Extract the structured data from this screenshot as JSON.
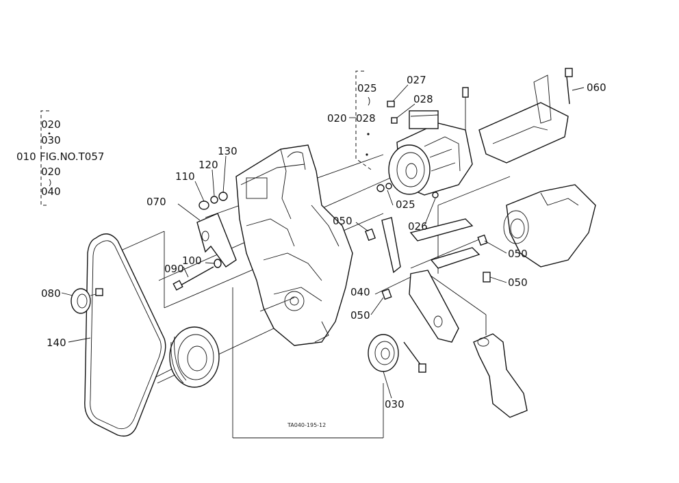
{
  "left_group": {
    "top": [
      "020",
      "030"
    ],
    "main": "010",
    "fig": "FIG.NO.T057",
    "bottom": [
      "020",
      "040"
    ]
  },
  "upper_group": {
    "top": "025",
    "main": "020",
    "right": "028"
  },
  "callouts": {
    "c027": "027",
    "c028": "028",
    "c060": "060",
    "c130": "130",
    "c120": "120",
    "c110": "110",
    "c070": "070",
    "c025": "025",
    "c026": "026",
    "c050a": "050",
    "c050b": "050",
    "c050c": "050",
    "c050d": "050",
    "c100": "100",
    "c090": "090",
    "c080": "080",
    "c040": "040",
    "c140": "140",
    "c030": "030"
  },
  "drawing_code": "TA040-195-12"
}
